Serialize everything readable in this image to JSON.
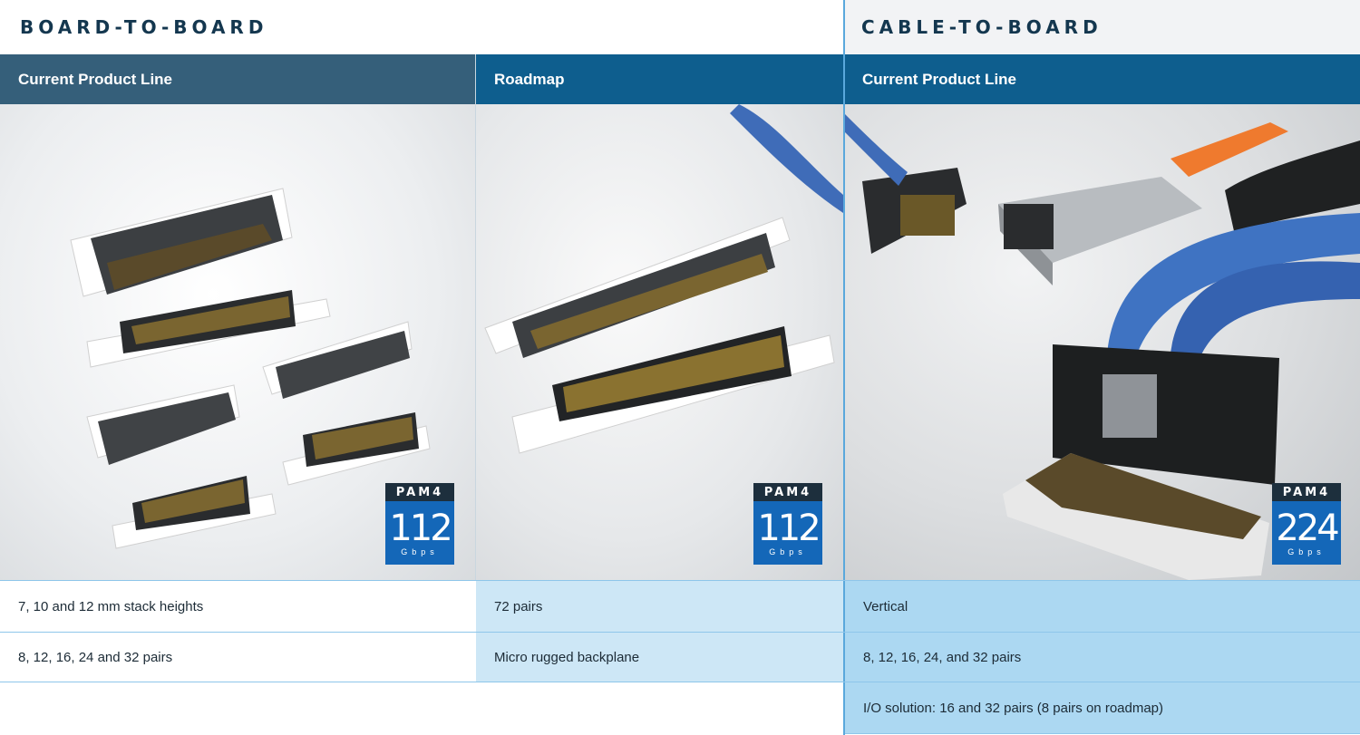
{
  "sections": {
    "board_to_board": "BOARD-TO-BOARD",
    "cable_to_board": "CABLE-TO-BOARD"
  },
  "columns": [
    {
      "header": "Current Product Line",
      "badge": {
        "top": "PAM4",
        "value": "112",
        "unit": "Gbps"
      }
    },
    {
      "header": "Roadmap",
      "badge": {
        "top": "PAM4",
        "value": "112",
        "unit": "Gbps"
      }
    },
    {
      "header": "Current Product Line",
      "badge": {
        "top": "PAM4",
        "value": "224",
        "unit": "Gbps"
      }
    }
  ],
  "rows": [
    [
      "7, 10 and 12 mm stack heights",
      "72 pairs",
      "Vertical"
    ],
    [
      "8, 12, 16, 24 and 32 pairs",
      "Micro rugged backplane",
      "8, 12, 16, 24, and 32 pairs"
    ],
    [
      "",
      "",
      "I/O solution: 16 and 32 pairs (8 pairs on roadmap)"
    ]
  ],
  "colors": {
    "title": "#14374f",
    "header_dark": "#355f7a",
    "header_blue": "#0e5e8e",
    "badge_blue": "#1467b8",
    "cell_light": "#cde7f6",
    "cell_mid": "#acd8f2"
  },
  "images": {
    "col1": "board-to-board-connector-sets-image",
    "col2": "micro-rugged-backplane-connector-image",
    "col3": "cable-to-board-connector-image"
  }
}
